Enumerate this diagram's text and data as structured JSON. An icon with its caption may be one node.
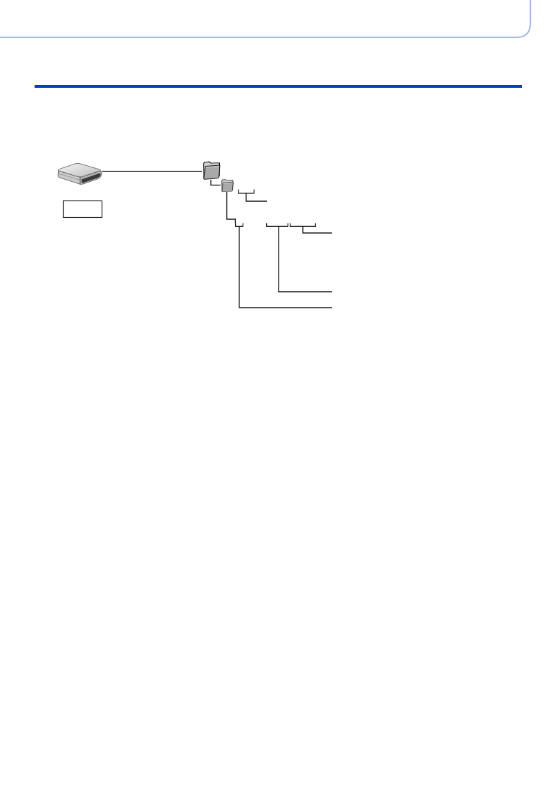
{
  "diagram": {
    "nodes": [
      {
        "text": [],
        "shape": "picture"
      },
      {
        "text": [],
        "shape": "box"
      },
      {
        "text": [],
        "shape": "folder"
      },
      {
        "text": [],
        "shape": "folder"
      },
      {
        "text": [],
        "shape": "bracket"
      },
      {
        "text": [],
        "shape": "bracket"
      },
      {
        "text": [],
        "shape": "bracket"
      },
      {
        "text": [],
        "shape": "bracket"
      }
    ],
    "edges": [
      {
        "from": 0,
        "to": 2,
        "arrow": "none"
      },
      {
        "from": 2,
        "to": 3,
        "arrow": "none"
      },
      {
        "from": 3,
        "to": 5,
        "arrow": "none"
      },
      {
        "from": 4,
        "to": null,
        "arrow": "none"
      },
      {
        "from": 5,
        "to": null,
        "arrow": "none"
      },
      {
        "from": 6,
        "to": null,
        "arrow": "none"
      },
      {
        "from": 7,
        "to": null,
        "arrow": "none"
      }
    ]
  }
}
